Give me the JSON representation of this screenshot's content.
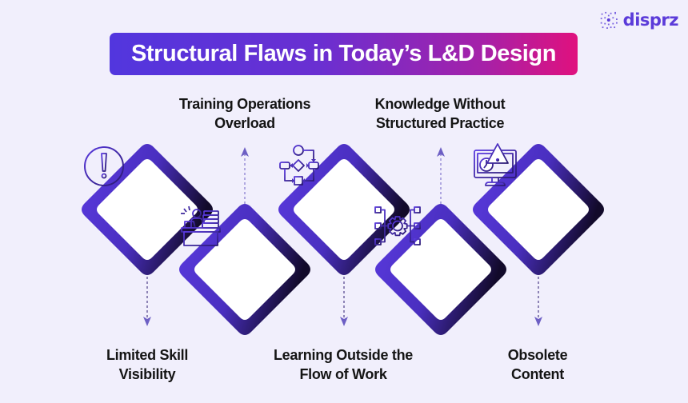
{
  "brand": {
    "name": "disprz",
    "color": "#5b3bd9"
  },
  "title": {
    "text": "Structural Flaws in Today’s L&D Design",
    "gradient": [
      "#5236de",
      "#e0117e"
    ]
  },
  "colors": {
    "background": "#f1effc",
    "diamond_start": "#5a3ae0",
    "diamond_end": "#120a2a",
    "icon_stroke": "#4b30b8",
    "arrow": "#6d5fc4",
    "label_text": "#141414"
  },
  "flaws": [
    {
      "label": "Limited Skill Visibility",
      "line1": "Limited Skill",
      "line2": "Visibility",
      "icon": "alert-circle-icon",
      "label_position": "below"
    },
    {
      "label": "Training Operations Overload",
      "line1": "Training Operations",
      "line2": "Overload",
      "icon": "overloaded-desk-icon",
      "label_position": "above"
    },
    {
      "label": "Learning Outside the Flow of Work",
      "line1": "Learning Outside the",
      "line2": "Flow of Work",
      "icon": "flowchart-icon",
      "label_position": "below"
    },
    {
      "label": "Knowledge Without Structured Practice",
      "line1": "Knowledge Without",
      "line2": "Structured Practice",
      "icon": "gear-network-icon",
      "label_position": "above"
    },
    {
      "label": "Obsolete Content",
      "line1": "Obsolete",
      "line2": "Content",
      "icon": "outdated-monitor-icon",
      "label_position": "below"
    }
  ]
}
